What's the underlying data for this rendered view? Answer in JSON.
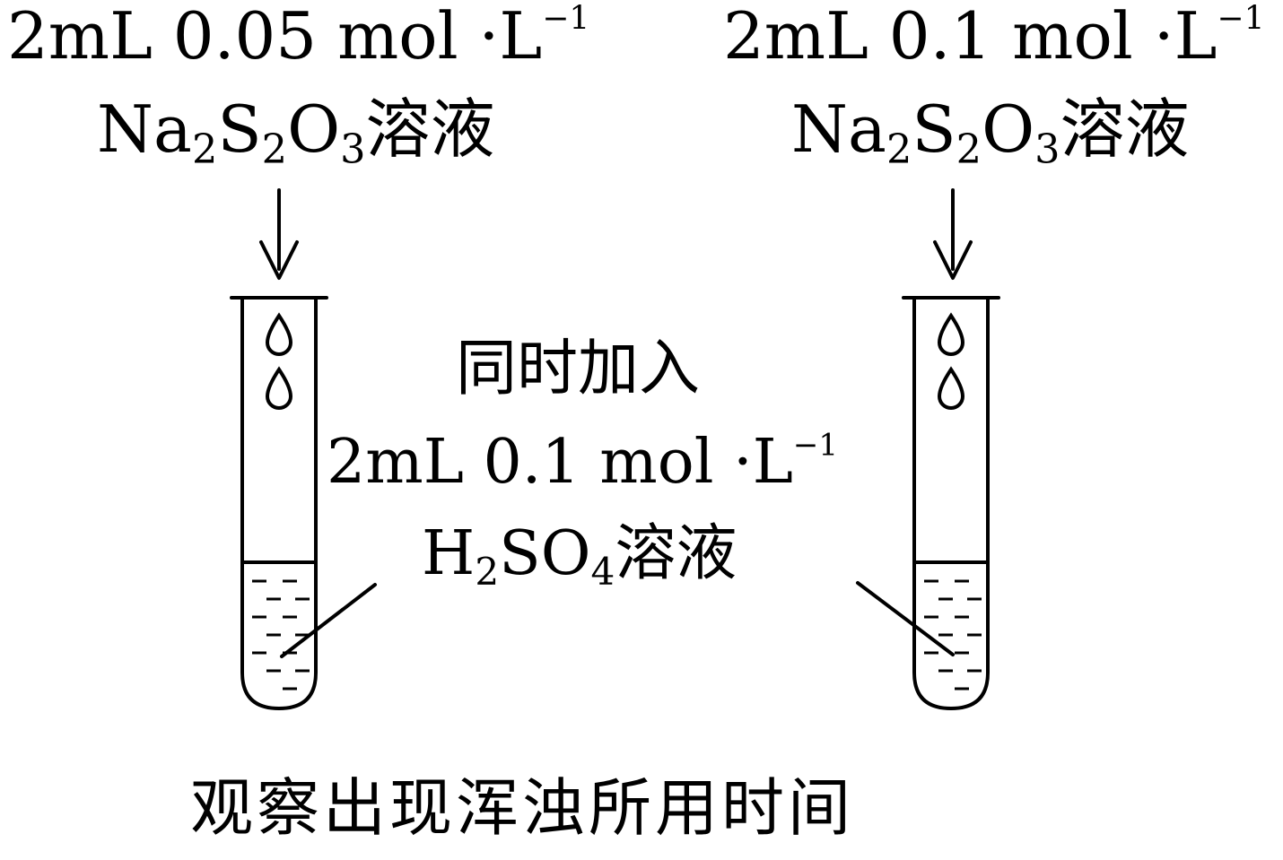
{
  "left_reagent": {
    "amount": "2mL 0.05 mol",
    "dot": "·",
    "unit": "L",
    "exponent": "−1",
    "formula_na": "Na",
    "formula_s": "S",
    "formula_o": "O",
    "sub_2a": "2",
    "sub_2b": "2",
    "sub_3": "3",
    "solution": "溶液"
  },
  "right_reagent": {
    "amount": "2mL 0.1 mol",
    "dot": "·",
    "unit": "L",
    "exponent": "−1",
    "formula_na": "Na",
    "formula_s": "S",
    "formula_o": "O",
    "sub_2a": "2",
    "sub_2b": "2",
    "sub_3": "3",
    "solution": "溶液"
  },
  "center_label": {
    "action": "同时加入",
    "amount": "2mL 0.1 mol",
    "dot": "·",
    "unit": "L",
    "exponent": "−1",
    "formula_h": "H",
    "sub_2": "2",
    "formula_so": "SO",
    "sub_4": "4",
    "solution": "溶液"
  },
  "caption": "观察出现浑浊所用时间",
  "colors": {
    "ink": "#000000",
    "background": "#ffffff"
  }
}
